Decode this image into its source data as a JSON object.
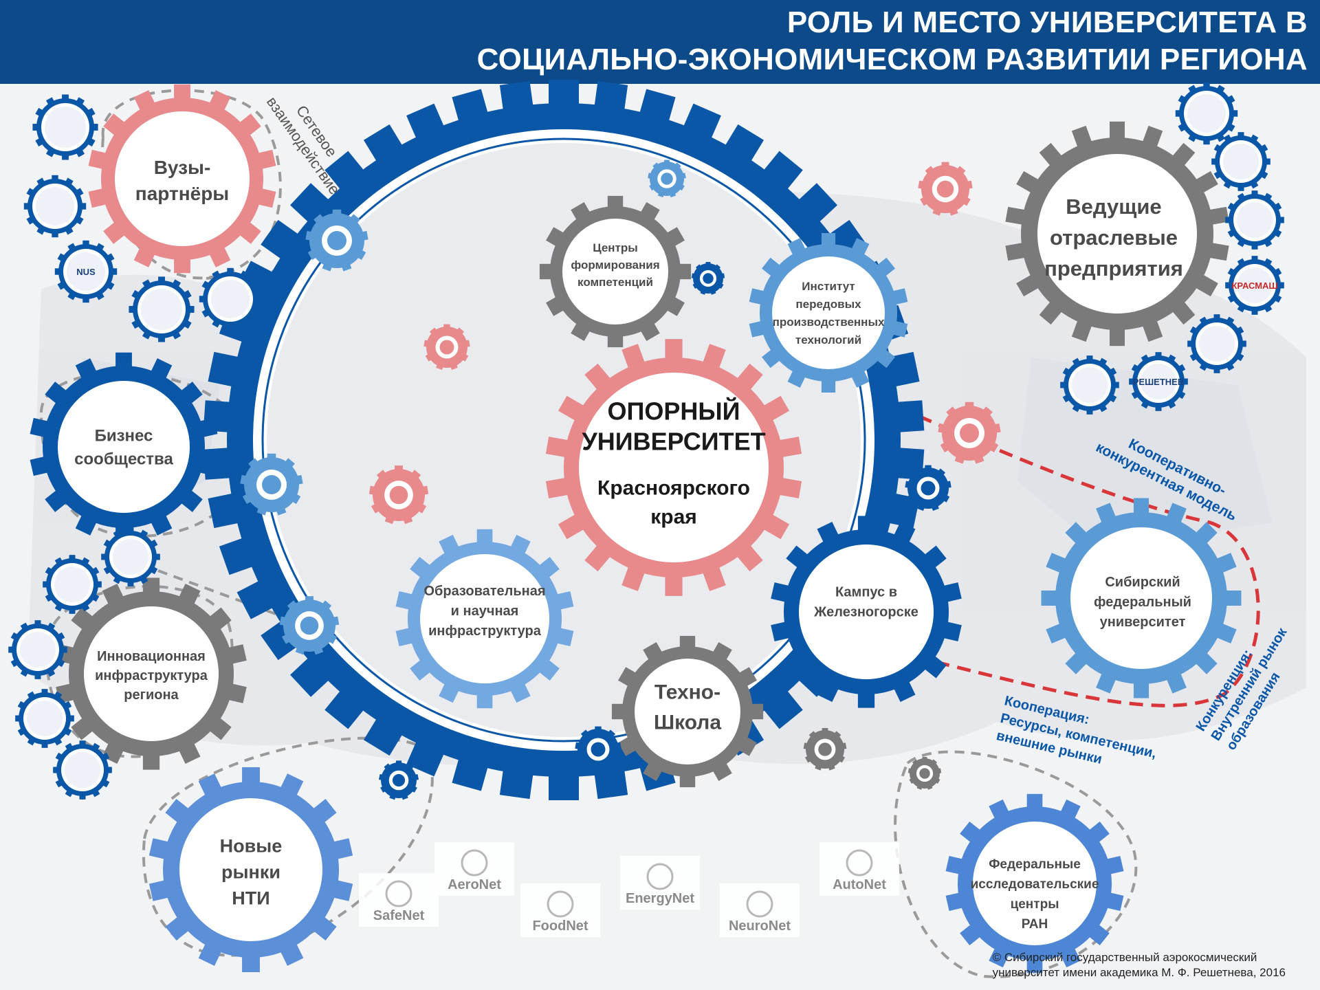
{
  "header": {
    "title_line1": "РОЛЬ И МЕСТО  УНИВЕРСИТЕТА В",
    "title_line2": "СОЦИАЛЬНО-ЭКОНОМИЧЕСКОМ РАЗВИТИИ РЕГИОНА"
  },
  "colors": {
    "header_bg": "#0d4a8a",
    "main_blue": "#0a57a8",
    "light_blue": "#5b9bd5",
    "pink": "#e88a8c",
    "gray": "#737373",
    "red_dash": "#d9363a"
  },
  "center": {
    "line1": "ОПОРНЫЙ",
    "line2": "УНИВЕРСИТЕТ",
    "line3": "Красноярского",
    "line4": "края"
  },
  "gears": {
    "vuzy": [
      "Вузы-",
      "партнёры"
    ],
    "business": [
      "Бизнес",
      "сообщества"
    ],
    "innov": [
      "Инновационная",
      "инфраструктура",
      "региона"
    ],
    "nti": [
      "Новые",
      "рынки",
      "НТИ"
    ],
    "centers": [
      "Центры",
      "формирования",
      "компетенций"
    ],
    "institute": [
      "Институт",
      "передовых",
      "производственных",
      "технологий"
    ],
    "edu": [
      "Образовательная",
      "и научная",
      "инфраструктура"
    ],
    "techno": [
      "Техно-",
      "Школа"
    ],
    "campus": [
      "Кампус в",
      "Железногорске"
    ],
    "leading": [
      "Ведущие",
      "отраслевые",
      "предприятия"
    ],
    "sfu": [
      "Сибирский",
      "федеральный",
      "университет"
    ],
    "ran": [
      "Федеральные",
      "исследовательские",
      "центры",
      "РАН"
    ]
  },
  "labels": {
    "network": [
      "Сетевое",
      "взаимодействие"
    ],
    "coop_model": [
      "Кооперативно-",
      "конкурентная модель"
    ],
    "cooperation": [
      "Кооперация:",
      "Ресурсы, компетенции,",
      "внешние рынки"
    ],
    "competition": [
      "Конкуренция:",
      "Внутренний рынок",
      "образования"
    ]
  },
  "logos": {
    "partner_logos": [
      "",
      "",
      "NUS",
      "",
      ""
    ],
    "enterprise_logos": [
      "",
      "",
      "",
      "КРАСМАШ",
      "",
      "РЕШЕТНЕВ",
      ""
    ],
    "innov_logos": [
      "",
      "",
      "",
      "",
      ""
    ]
  },
  "nti_markets": [
    "SafeNet",
    "AeroNet",
    "FoodNet",
    "EnergyNet",
    "NeuroNet",
    "AutoNet"
  ],
  "footer": {
    "line1": "© Сибирский государственный аэрокосмический",
    "line2": "университет имени академика М. Ф. Решетнева, 2016"
  }
}
